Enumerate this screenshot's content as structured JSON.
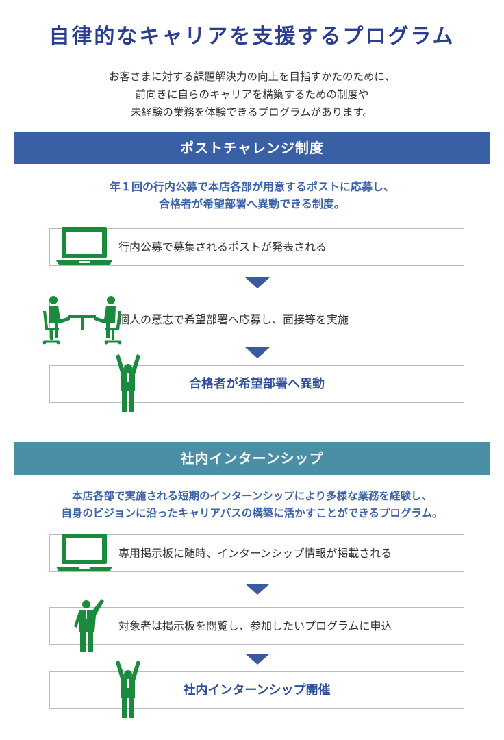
{
  "page": {
    "title": "自律的なキャリアを支援するプログラム",
    "intro": [
      "お客さまに対する課題解決力の向上を目指すかたのために、",
      "前向きに自らのキャリアを構築するための制度や",
      "未経験の業務を体験できるプログラムがあります。"
    ]
  },
  "colors": {
    "title": "#2a3f8f",
    "band_post": "#3960a5",
    "band_intern": "#4a8fa6",
    "lead_text": "#3c63a8",
    "icon_green": "#1a8a3c",
    "arrow": "#3a5aa0"
  },
  "post_challenge": {
    "heading": "ポストチャレンジ制度",
    "lead": [
      "年１回の行内公募で本店各部が用意するポストに応募し、",
      "合格者が希望部署へ異動できる制度。"
    ],
    "steps": [
      {
        "icon": "laptop-icon",
        "text": "行内公募で募集されるポストが発表される"
      },
      {
        "icon": "interview-icon",
        "text": "個人の意志で希望部署へ応募し、面接等を実施"
      },
      {
        "icon": "person-cheering-icon",
        "text": "合格者が希望部署へ異動"
      }
    ]
  },
  "internship": {
    "heading": "社内インターンシップ",
    "lead": [
      "本店各部で実施される短期のインターンシップにより多様な業務を経験し、",
      "自身のビジョンに沿ったキャリアパスの構築に活かすことができるプログラム。"
    ],
    "steps": [
      {
        "icon": "laptop-icon",
        "text": "専用掲示板に随時、インターンシップ情報が掲載される"
      },
      {
        "icon": "person-raising-hand-icon",
        "text": "対象者は掲示板を閲覧し、参加したいプログラムに申込"
      },
      {
        "icon": "person-cheering-icon",
        "text": "社内インターンシップ開催"
      }
    ]
  }
}
